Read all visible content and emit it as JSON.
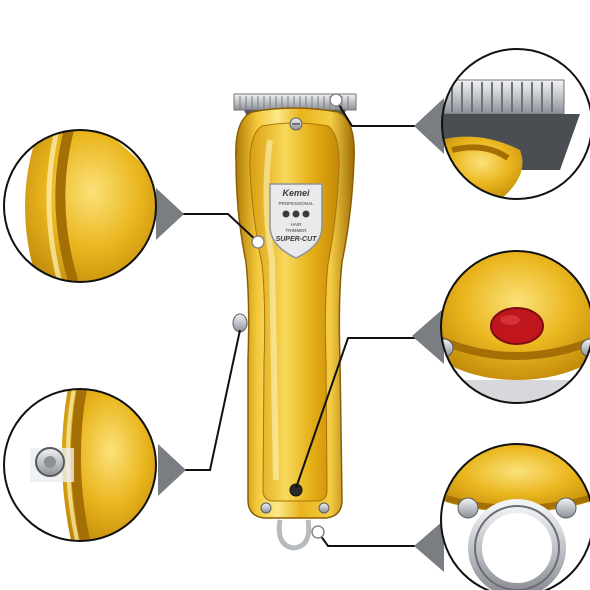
{
  "product": {
    "brand_label": "Kemei",
    "subtitle_label": "PROFESSIONAL",
    "line1_label": "HAIR",
    "line2_label": "TRIMMER",
    "model_label": "SUPER-CUT"
  },
  "colors": {
    "gold_light": "#fbe27a",
    "gold_mid": "#e8b318",
    "gold_dark": "#b07a06",
    "chrome": "#cfd2d6",
    "indicator_red": "#c0151c",
    "callout_border": "#111111"
  }
}
